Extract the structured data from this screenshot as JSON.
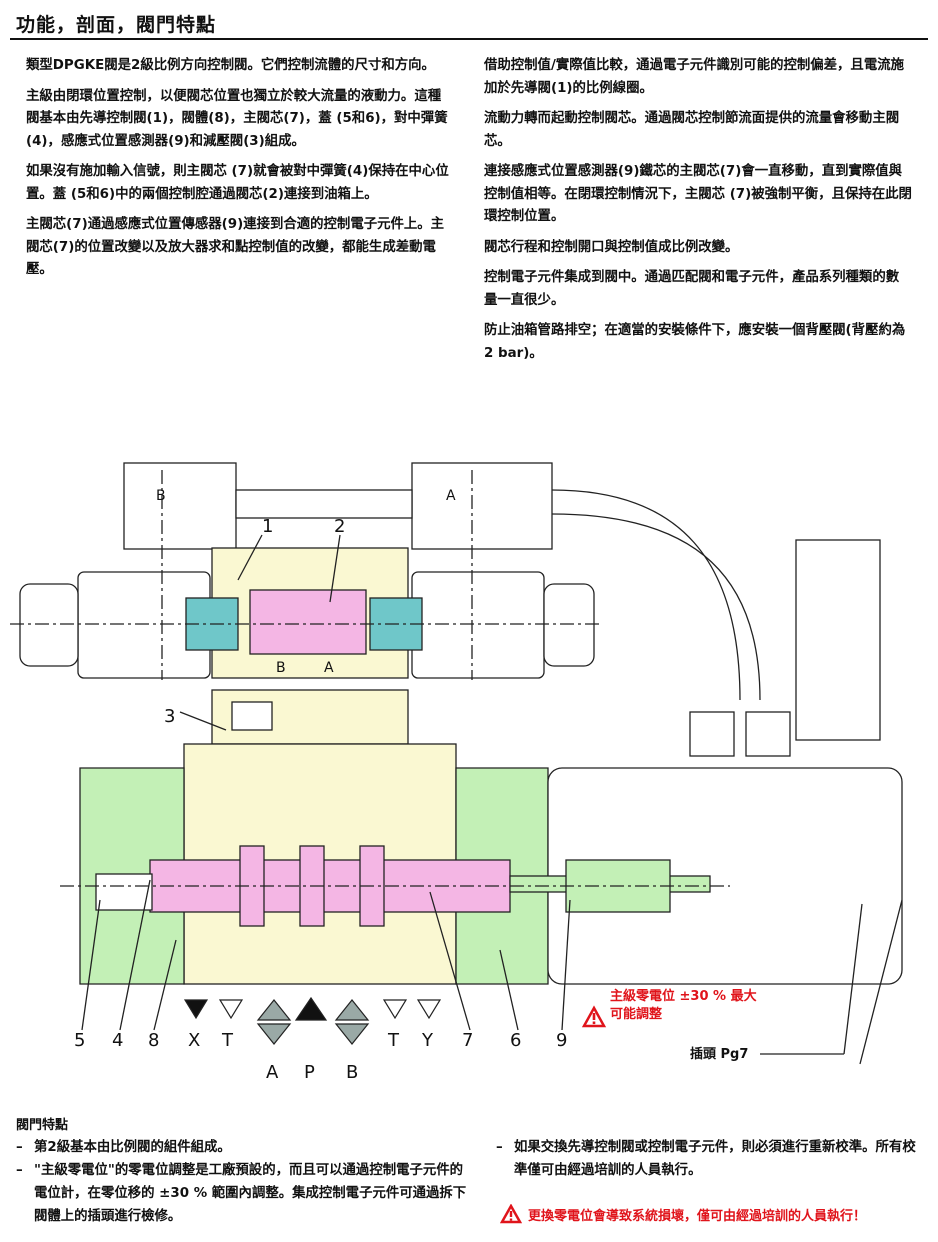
{
  "header": {
    "title": "功能，剖面，閥門特點"
  },
  "left_paragraphs": [
    "類型DPGKE閥是2級比例方向控制閥。它們控制流體的尺寸和方向。",
    "主級由閉環位置控制，以便閥芯位置也獨立於較大流量的液動力。這種閥基本由先導控制閥(1)，閥體(8)，主閥芯(7)，蓋 (5和6)，對中彈簧(4)，感應式位置感測器(9)和減壓閥(3)組成。",
    "如果沒有施加輸入信號，則主閥芯 (7)就會被對中彈簧(4)保持在中心位置。蓋 (5和6)中的兩個控制腔通過閥芯(2)連接到油箱上。",
    "主閥芯(7)通過感應式位置傳感器(9)連接到合適的控制電子元件上。主閥芯(7)的位置改變以及放大器求和點控制值的改變，都能生成差動電壓。"
  ],
  "right_paragraphs": [
    "借助控制值/實際值比較，通過電子元件識別可能的控制偏差，且電流施加於先導閥(1)的比例線圈。",
    "流動力轉而起動控制閥芯。通過閥芯控制節流面提供的流量會移動主閥芯。",
    "連接感應式位置感測器(9)鐵芯的主閥芯(7)會一直移動，直到實際值與控制值相等。在閉環控制情況下，主閥芯 (7)被強制平衡，且保持在此閉環控制位置。",
    "閥芯行程和控制開口與控制值成比例改變。",
    "控制電子元件集成到閥中。通過匹配閥和電子元件，產品系列種類的數量一直很少。",
    "防止油箱管路排空；在適當的安裝條件下，應安裝一個背壓閥(背壓約為2 bar)。"
  ],
  "diagram": {
    "solenoid_b": "B",
    "solenoid_a": "A",
    "pilot_b": "B",
    "pilot_a": "A",
    "callouts": [
      "1",
      "2",
      "3",
      "5",
      "4",
      "8",
      "X",
      "T",
      "T",
      "Y",
      "7",
      "6",
      "9"
    ],
    "ports": [
      "A",
      "P",
      "B"
    ],
    "warning_label_1": "主級零電位 ±30 % 最大",
    "warning_label_2": "可能調整",
    "plug_label": "插頭 Pg7"
  },
  "features": {
    "title": "閥門特點",
    "left": [
      "第2級基本由比例閥的組件組成。",
      "\"主級零電位\"的零電位調整是工廠預設的，而且可以通過控制電子元件的電位計，在零位移的 ±30 % 範圍內調整。集成控制電子元件可通過拆下閥體上的插頭進行檢修。"
    ],
    "right": [
      "如果交換先導控制閥或控制電子元件，則必須進行重新校準。所有校準僅可由經過培訓的人員執行。"
    ],
    "warning": "更換零電位會導致系統損壞，僅可由經過培訓的人員執行！"
  },
  "colors": {
    "green": "#c3f0b6",
    "yellow": "#faf8d2",
    "pink": "#f4b6e4",
    "cyan": "#6fc7c9",
    "red": "#e0141b"
  }
}
